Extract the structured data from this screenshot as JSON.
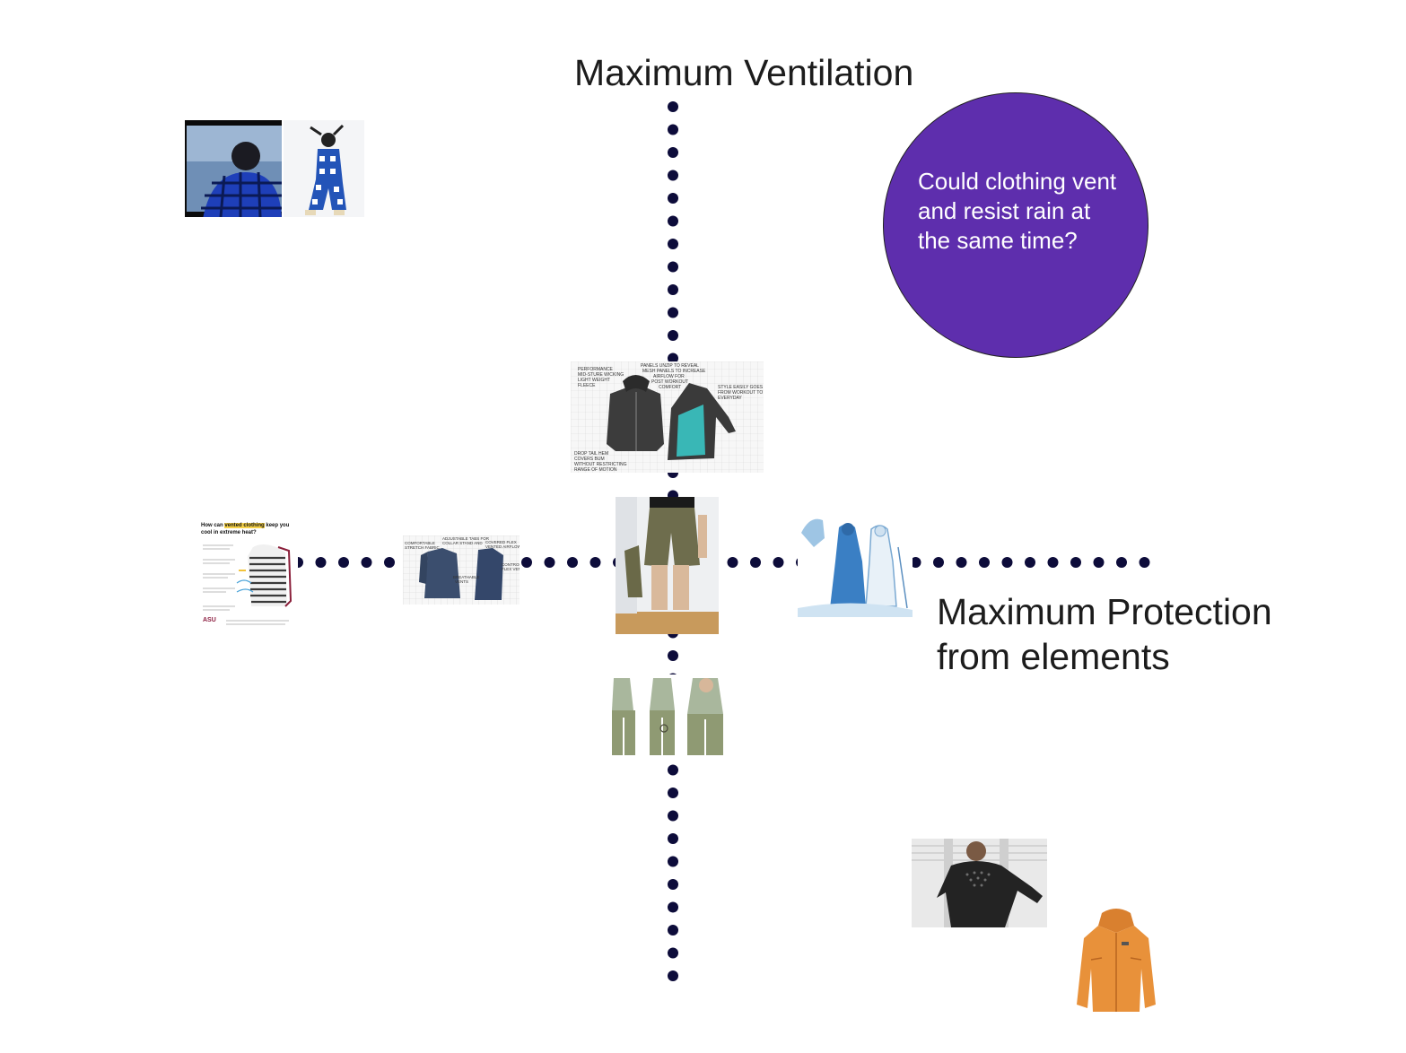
{
  "axes": {
    "vertical_top_label": "Maximum Ventilation",
    "horizontal_right_label_line1": "Maximum Protection",
    "horizontal_right_label_line2": "from elements",
    "dot_color": "#0d0c3a"
  },
  "callout": {
    "text": "Could clothing vent and resist rain at the same time?",
    "fill_color": "#5e2ead"
  },
  "images": {
    "vented_clothing_infographic": {
      "title_pre": "How can ",
      "title_highlight": "vented clothing",
      "title_post": " keep you cool in extreme heat?",
      "logo": "ASU"
    }
  }
}
